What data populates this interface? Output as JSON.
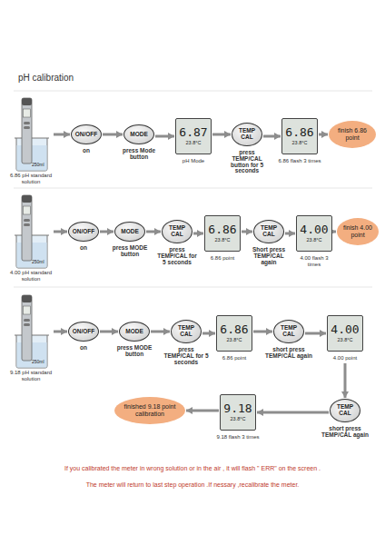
{
  "diagram": {
    "title": "pH calibration",
    "nodes": [
      {
        "text": [
          "250ml",
          "6.86 pH standard solution"
        ]
      },
      {
        "text": [
          "ON/OFF",
          "on"
        ]
      },
      {
        "text": [
          "MODE",
          "press Mode button"
        ]
      },
      {
        "text": [
          "6.87",
          "23.8°C",
          "pH Mode"
        ]
      },
      {
        "text": [
          "TEMP CAL",
          "press TEMP/CAL button for 5 seconds"
        ]
      },
      {
        "text": [
          "6.86",
          "23.8°C",
          "6.86 flash 3 times"
        ]
      },
      {
        "text": [
          "finish 6.86 point"
        ]
      },
      {
        "text": [
          "250ml",
          "4.00 pH standard solution"
        ]
      },
      {
        "text": [
          "ON/OFF",
          "on"
        ]
      },
      {
        "text": [
          "MODE",
          "press MODE button"
        ]
      },
      {
        "text": [
          "TEMP CAL",
          "press TEMP/CAL for 5 seconds"
        ]
      },
      {
        "text": [
          "6.86",
          "23.8°C",
          "6.86 point"
        ]
      },
      {
        "text": [
          "TEMP CAL",
          "Short press TEMP/CAL again"
        ]
      },
      {
        "text": [
          "4.00",
          "23.8°C",
          "4.00 flash 3 times"
        ]
      },
      {
        "text": [
          "finish 4.00 point"
        ]
      },
      {
        "text": [
          "250ml",
          "9.18 pH standard solution"
        ]
      },
      {
        "text": [
          "ON/OFF",
          "on"
        ]
      },
      {
        "text": [
          "MODE",
          "press MODE button"
        ]
      },
      {
        "text": [
          "TEMP CAL",
          "press TEMP/CAL for 5 seconds"
        ]
      },
      {
        "text": [
          "6.86",
          "23.8°C",
          "6.86 point"
        ]
      },
      {
        "text": [
          "TEMP CAL",
          "short press TEMP/CAL again"
        ]
      },
      {
        "text": [
          "4.00",
          "23.8°C",
          "4.00 point"
        ]
      },
      {
        "text": [
          "TEMP CAL",
          "short press TEMP/CAL again"
        ]
      },
      {
        "text": [
          "9.18",
          "23.8°C",
          "9.18 flash 3 times"
        ]
      },
      {
        "text": [
          "finished 9.18 point calibration"
        ]
      }
    ],
    "edges": [
      {
        "from": 0,
        "to": 1,
        "arrow": "to"
      },
      {
        "from": 1,
        "to": 2,
        "arrow": "to"
      },
      {
        "from": 2,
        "to": 3,
        "arrow": "to"
      },
      {
        "from": 3,
        "to": 4,
        "arrow": "to"
      },
      {
        "from": 4,
        "to": 5,
        "arrow": "to"
      },
      {
        "from": 5,
        "to": 6,
        "arrow": "to"
      },
      {
        "from": 7,
        "to": 8,
        "arrow": "to"
      },
      {
        "from": 8,
        "to": 9,
        "arrow": "to"
      },
      {
        "from": 9,
        "to": 10,
        "arrow": "to"
      },
      {
        "from": 10,
        "to": 11,
        "arrow": "to"
      },
      {
        "from": 11,
        "to": 12,
        "arrow": "to"
      },
      {
        "from": 12,
        "to": 13,
        "arrow": "to"
      },
      {
        "from": 13,
        "to": 14,
        "arrow": "to"
      },
      {
        "from": 15,
        "to": 16,
        "arrow": "to"
      },
      {
        "from": 16,
        "to": 17,
        "arrow": "to"
      },
      {
        "from": 17,
        "to": 18,
        "arrow": "to"
      },
      {
        "from": 18,
        "to": 19,
        "arrow": "to"
      },
      {
        "from": 19,
        "to": 20,
        "arrow": "to"
      },
      {
        "from": 20,
        "to": 21,
        "arrow": "to"
      },
      {
        "from": 21,
        "to": 22,
        "arrow": "to"
      },
      {
        "from": 22,
        "to": 23,
        "arrow": "to"
      },
      {
        "from": 23,
        "to": 24,
        "arrow": "to"
      }
    ],
    "labels": [
      "If you calibrated the meter in wrong solution or in the air , it will flash \" ERR\" on the screen .",
      "The meter will return to last step operation .If nessary ,recalibrate the meter."
    ]
  }
}
